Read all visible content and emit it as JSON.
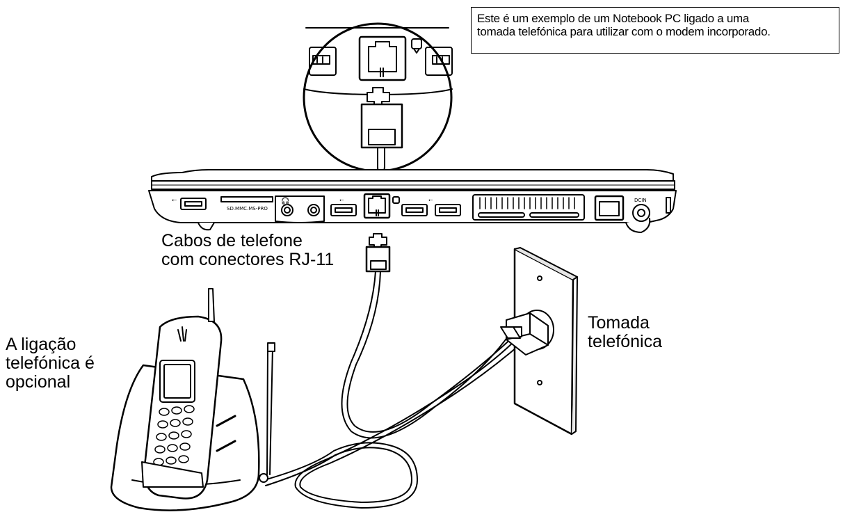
{
  "caption": {
    "line1": "Este é um exemplo de um Notebook PC ligado a uma",
    "line2": "tomada telefónica para utilizar com o modem incorporado."
  },
  "labels": {
    "cables_line1": "Cabos de telefone",
    "cables_line2": "com conectores RJ-11",
    "wall_line1": "Tomada",
    "wall_line2": "telefónica",
    "phone_line1": "A ligação",
    "phone_line2": "telefónica é",
    "phone_line3": "opcional"
  },
  "laptop": {
    "card_reader_label": "SD.MMC.MS-PRO",
    "dc_label": "DCIN"
  },
  "colors": {
    "line": "#000000",
    "background": "#ffffff",
    "shade": "#e6e6e6"
  }
}
